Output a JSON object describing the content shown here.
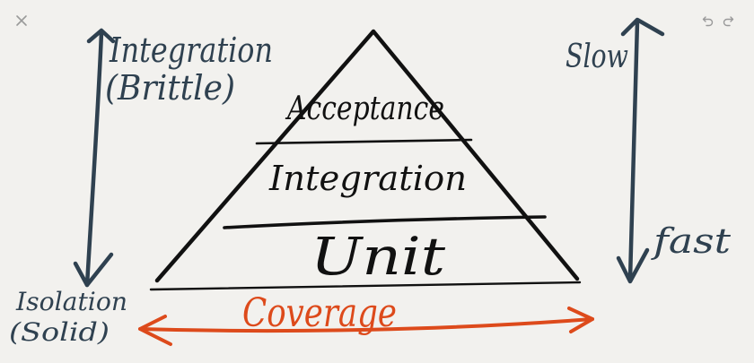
{
  "toolbar": {
    "close_icon": "close-icon",
    "undo_icon": "undo-icon",
    "redo_icon": "redo-icon"
  },
  "colors": {
    "background": "#f2f1ee",
    "ink_blue": "#2f4150",
    "ink_black": "#111111",
    "ink_orange": "#dd4a1b",
    "toolbar_gray": "#9a9a9a"
  },
  "left_axis": {
    "top_label_line1": "Integration",
    "top_label_line2": "(Brittle)",
    "bottom_label_line1": "Isolation",
    "bottom_label_line2": "(Solid)"
  },
  "right_axis": {
    "top_label": "Slow",
    "bottom_label": "fast"
  },
  "pyramid": {
    "layers": [
      "Acceptance",
      "Integration",
      "Unit"
    ]
  },
  "bottom_axis": {
    "label": "Coverage"
  }
}
